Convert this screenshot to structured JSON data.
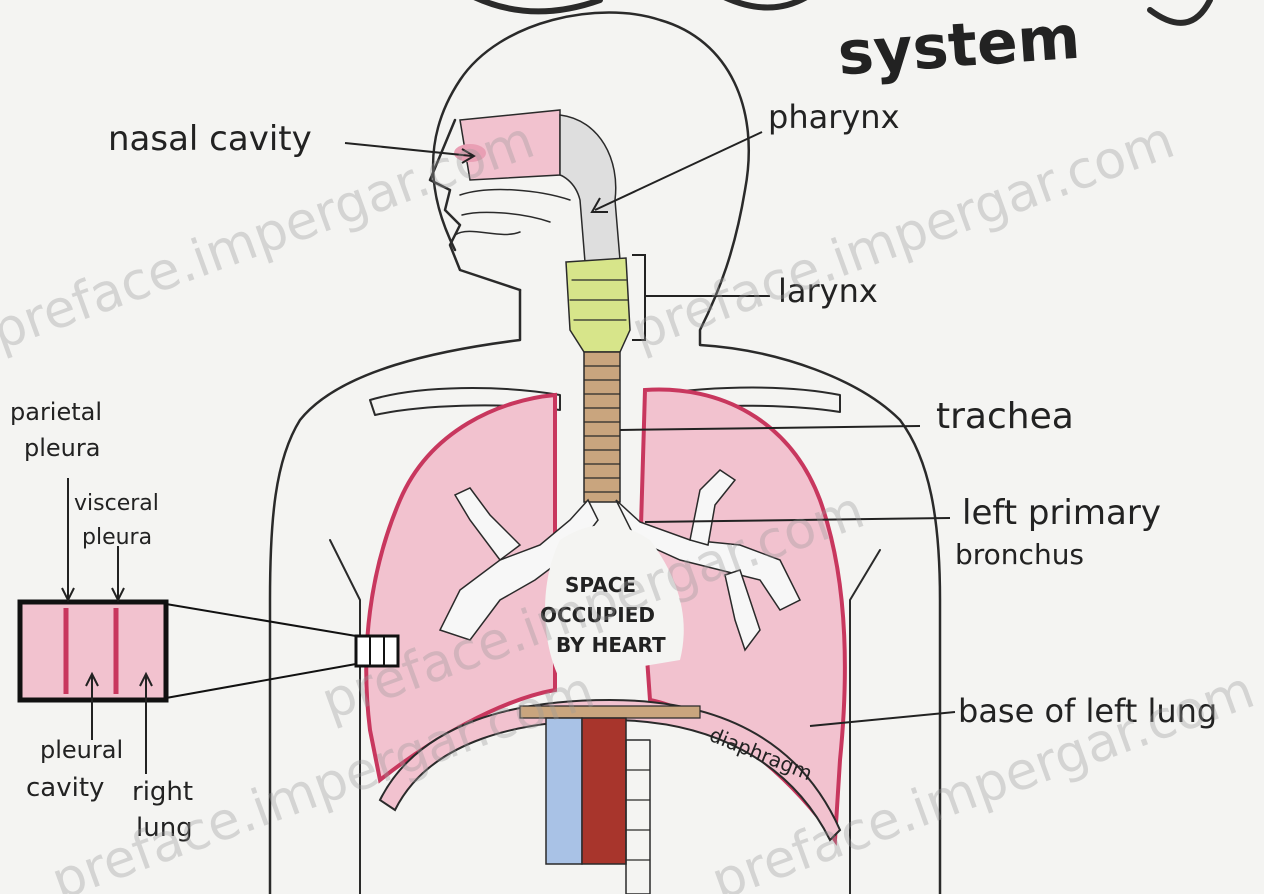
{
  "title": {
    "visible_fragment": "system"
  },
  "labels": {
    "nasal_cavity": "nasal cavity",
    "pharynx": "pharynx",
    "larynx": "larynx",
    "trachea": "trachea",
    "left_primary_bronchus_1": "left primary",
    "left_primary_bronchus_2": "bronchus",
    "base_of_left_lung": "base of left lung",
    "diaphragm": "diaphragm",
    "parietal_pleura_1": "parietal",
    "parietal_pleura_2": "pleura",
    "visceral_pleura_1": "visceral",
    "visceral_pleura_2": "pleura",
    "pleural_cavity_1": "pleural",
    "pleural_cavity_2": "cavity",
    "right_lung_1": "right",
    "right_lung_2": "lung",
    "heart_space_1": "SPACE",
    "heart_space_2": "OCCUPIED",
    "heart_space_3": "BY HEART"
  },
  "watermarks": [
    "preface.impergar.com",
    "preface.impergar.com",
    "preface.impergar.com",
    "preface.impergar.com",
    "preface.impergar.com"
  ],
  "colors": {
    "lung_pink": "#f2c2cf",
    "pleura_red": "#c8375e",
    "larynx_green": "#d7e58a",
    "trachea_tan": "#c9a57e",
    "airway_grey": "#dedede",
    "aorta_red": "#a8352c",
    "vena_blue": "#a9c2e6"
  }
}
